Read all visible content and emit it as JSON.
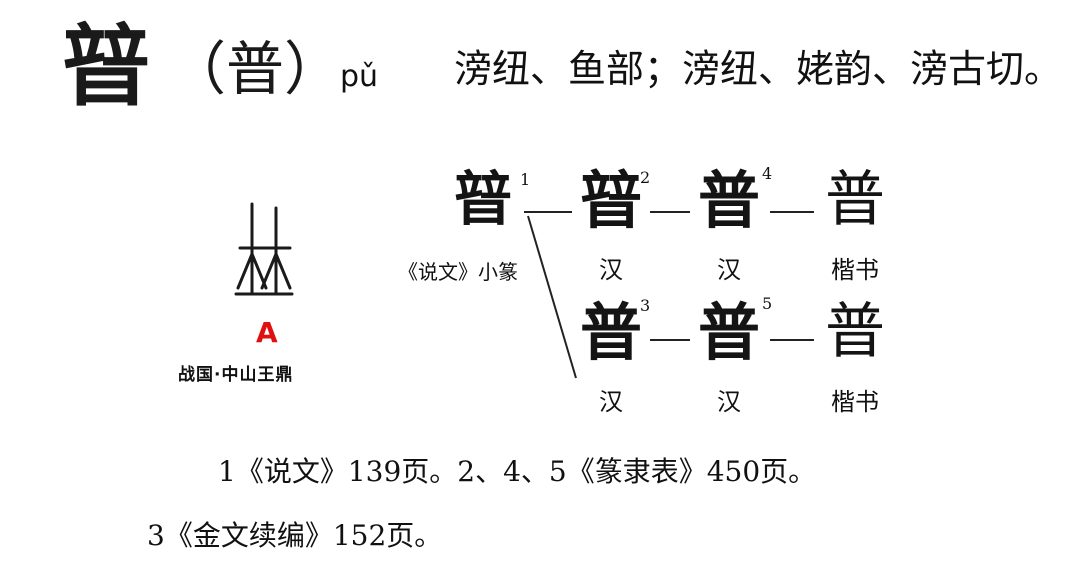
{
  "headword": {
    "character": "暜",
    "variant": "（普）",
    "pinyin": "pǔ",
    "fanqie": "滂纽、鱼部；滂纽、姥韵、滂古切。"
  },
  "bronze": {
    "marker": "A",
    "source_label": "战国·中山王鼎"
  },
  "seal": {
    "glyph": "暜",
    "note": "1",
    "label": "《说文》小篆"
  },
  "lineage": {
    "top_row": [
      {
        "glyph": "暜",
        "note": "2",
        "label": "汉"
      },
      {
        "glyph": "普",
        "note": "4",
        "label": "汉"
      },
      {
        "glyph": "普",
        "note": "",
        "label": "楷书"
      }
    ],
    "bottom_row": [
      {
        "glyph": "普",
        "note": "3",
        "label": "汉"
      },
      {
        "glyph": "普",
        "note": "5",
        "label": "汉"
      },
      {
        "glyph": "普",
        "note": "",
        "label": "楷书"
      }
    ]
  },
  "sources": {
    "line1": "1《说文》139页。2、4、5《篆隶表》450页。",
    "line2": "3《金文续编》152页。"
  },
  "colors": {
    "marker": "#e01010",
    "ink": "#141414"
  }
}
